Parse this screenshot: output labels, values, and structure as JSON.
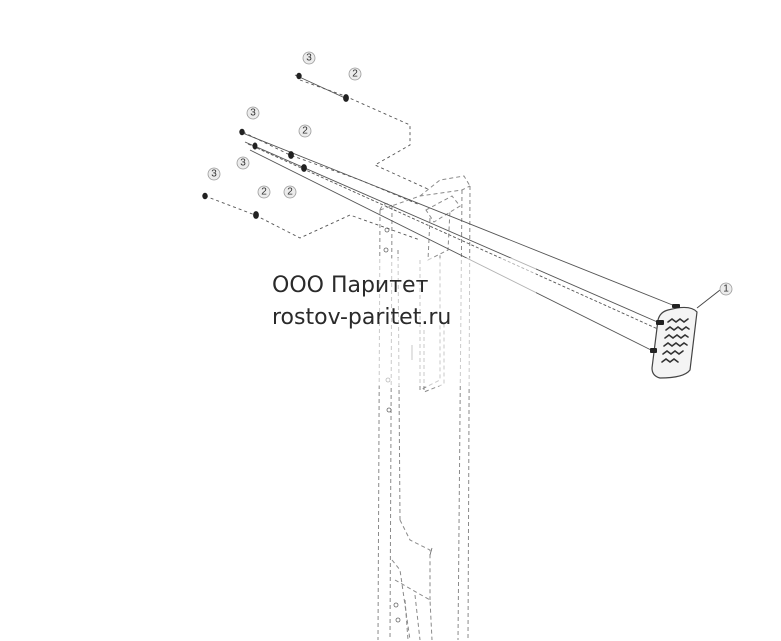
{
  "watermark": {
    "company": "ООО Паритет",
    "website": "rostov-paritet.ru"
  },
  "callouts": {
    "part_1": "1",
    "part_2_a": "2",
    "part_2_b": "2",
    "part_2_c": "2",
    "part_2_d": "2",
    "part_3_a": "3",
    "part_3_b": "3",
    "part_3_c": "3",
    "part_3_d": "3"
  },
  "colors": {
    "line": "#444444",
    "phantom": "#8a8a8a",
    "pedal_fill": "#f4f4f4"
  }
}
